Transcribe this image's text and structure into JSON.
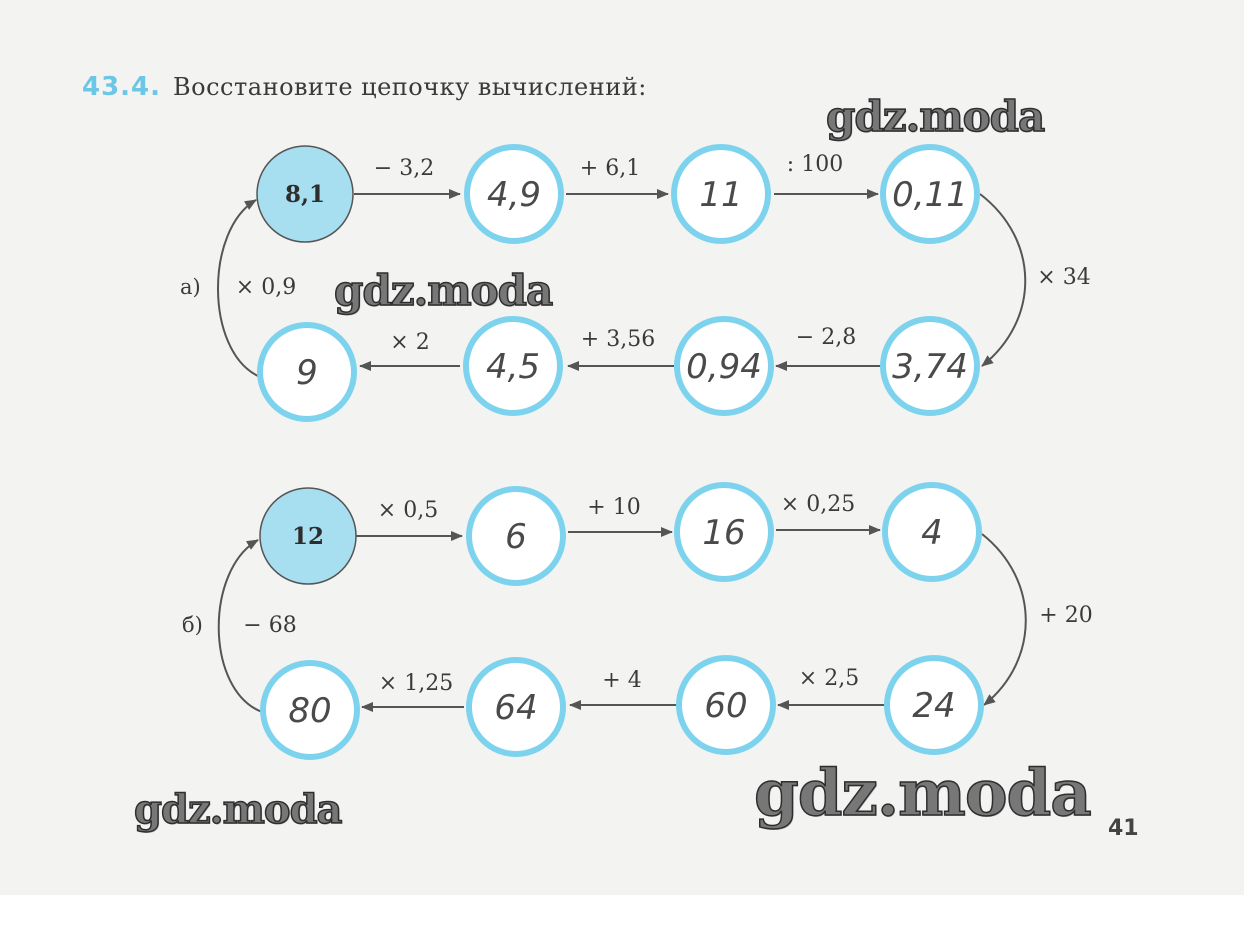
{
  "task": {
    "number": "43.4.",
    "title": "Восстановите цепочку вычислений:"
  },
  "page_number": "41",
  "watermark": "gdz.moda",
  "colors": {
    "accent": "#7dd3ee",
    "start_fill": "#a8dff0",
    "task_number": "#6cc6e6"
  },
  "chain_a": {
    "label": "а)",
    "given": "8,1",
    "answers": [
      "4,9",
      "11",
      "0,11",
      "3,74",
      "0,94",
      "4,5",
      "9"
    ],
    "ops": [
      "− 3,2",
      "+ 6,1",
      ": 100",
      "× 34",
      "− 2,8",
      "+ 3,56",
      "× 2",
      "× 0,9"
    ]
  },
  "chain_b": {
    "label": "б)",
    "given": "12",
    "answers": [
      "6",
      "16",
      "4",
      "24",
      "60",
      "64",
      "80"
    ],
    "ops": [
      "× 0,5",
      "+ 10",
      "× 0,25",
      "+ 20",
      "× 2,5",
      "+ 4",
      "× 1,25",
      "− 68"
    ]
  }
}
